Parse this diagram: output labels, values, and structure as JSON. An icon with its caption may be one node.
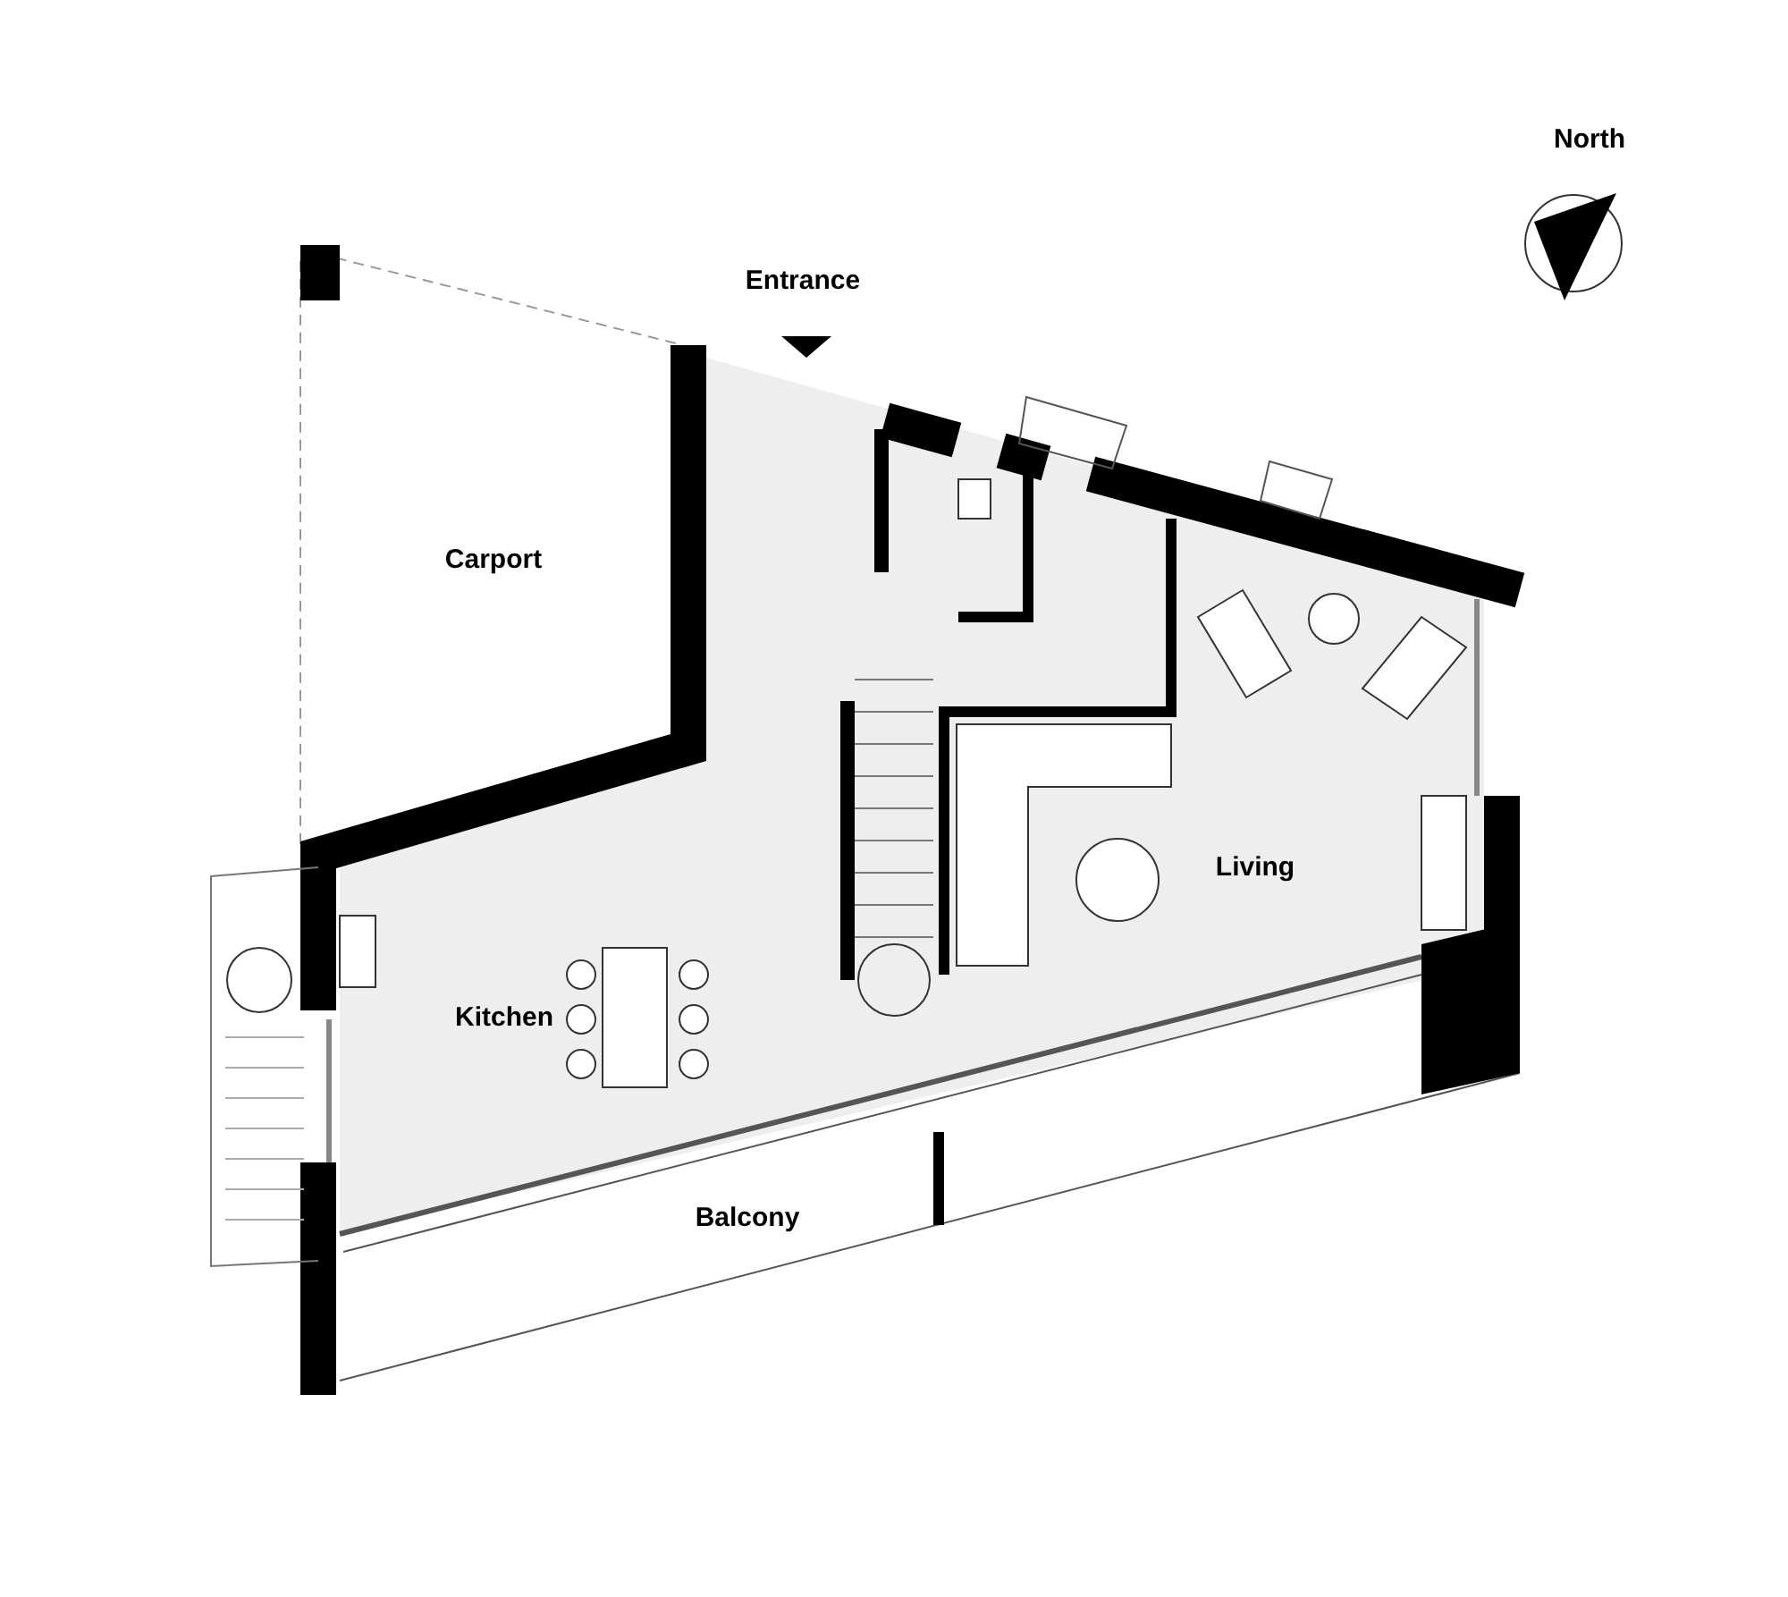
{
  "diagram": {
    "labels": [
      "North",
      "Entrance",
      "Carport",
      "Living",
      "Kitchen",
      "Balcony"
    ]
  }
}
